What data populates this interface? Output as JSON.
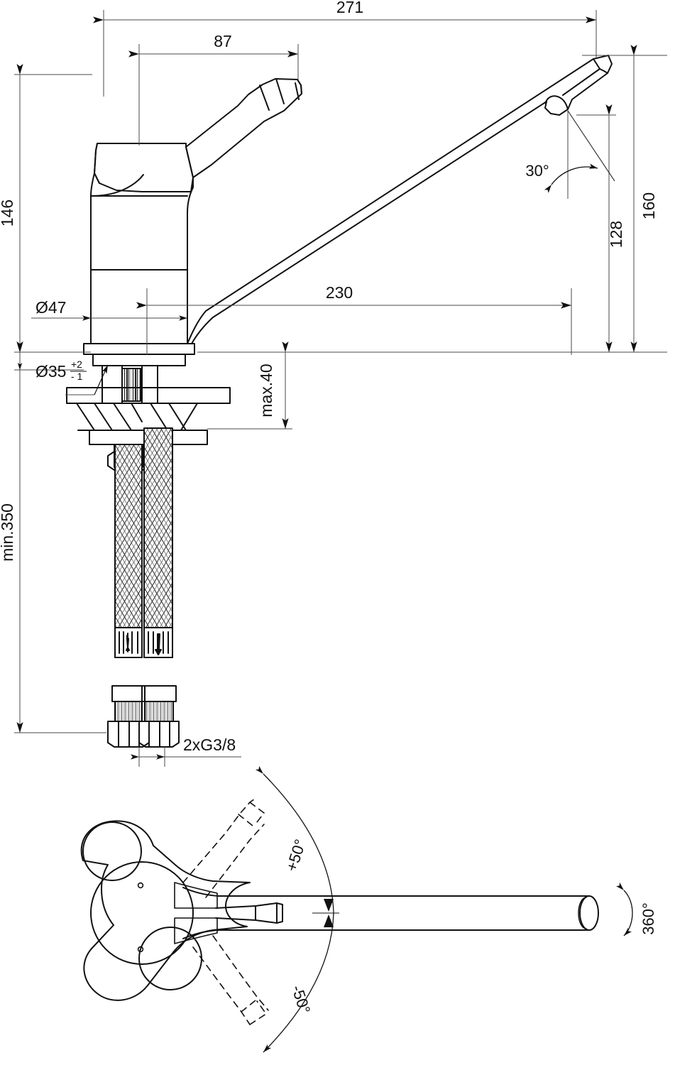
{
  "drawing": {
    "title": "Kitchen sink mixer tap technical dimension drawing",
    "units": "mm",
    "line_color": "#111111",
    "dim_line_color": "#4a4a4a",
    "background": "#ffffff",
    "views": [
      {
        "id": "elevation",
        "label": "side elevation"
      },
      {
        "id": "plan",
        "label": "top plan view"
      }
    ]
  },
  "dimensions": {
    "overall_reach": "271",
    "lever_offset": "87",
    "body_height": "146",
    "spout_height_outer": "160",
    "spout_height_inner": "128",
    "spout_projection": "230",
    "body_diameter": "Ø47",
    "hole_diameter": "Ø35",
    "hole_tol_plus": "+2",
    "hole_tol_minus": "- 1",
    "max_thickness": "max.40",
    "hose_length": "min.350",
    "connection_thread": "2xG3/8",
    "outlet_angle": "30°",
    "swivel_plus": "+50°",
    "swivel_minus": "-50°",
    "aerator_rotation": "360°"
  }
}
